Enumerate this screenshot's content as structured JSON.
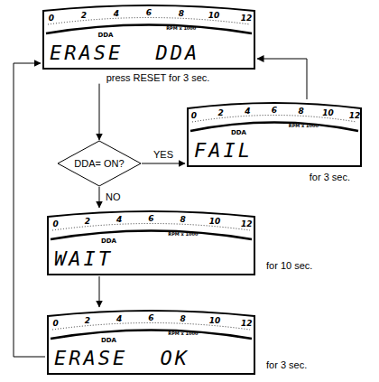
{
  "diagram": {
    "nodes": [
      {
        "text": [
          "0",
          "2",
          "4",
          "6",
          "8",
          "10",
          "12",
          "RPM x 1000",
          "DDA",
          "ERASE DDA",
          "press RESET for 3 sec."
        ]
      },
      {
        "text": [
          "DDA= ON?"
        ]
      },
      {
        "text": [
          "0",
          "2",
          "4",
          "6",
          "8",
          "10",
          "12",
          "RPM x 1000",
          "DDA",
          "FAIL",
          "for 3 sec."
        ]
      },
      {
        "text": [
          "0",
          "2",
          "4",
          "6",
          "8",
          "10",
          "12",
          "RPM x 1000",
          "DDA",
          "WAIT",
          "for 10 sec."
        ]
      },
      {
        "text": [
          "0",
          "2",
          "4",
          "6",
          "8",
          "10",
          "12",
          "RPM x 1000",
          "DDA",
          "ERASE OK",
          "for 3 sec."
        ]
      }
    ],
    "edges": [
      {
        "from": 0,
        "to": 1,
        "arrow": "to"
      },
      {
        "from": 1,
        "to": 2,
        "label": "YES",
        "arrow": "to"
      },
      {
        "from": 2,
        "to": 0,
        "arrow": "to"
      },
      {
        "from": 1,
        "to": 3,
        "label": "NO",
        "arrow": "to"
      },
      {
        "from": 3,
        "to": 4,
        "arrow": "to"
      },
      {
        "from": 4,
        "to": 0,
        "arrow": "to"
      }
    ]
  }
}
